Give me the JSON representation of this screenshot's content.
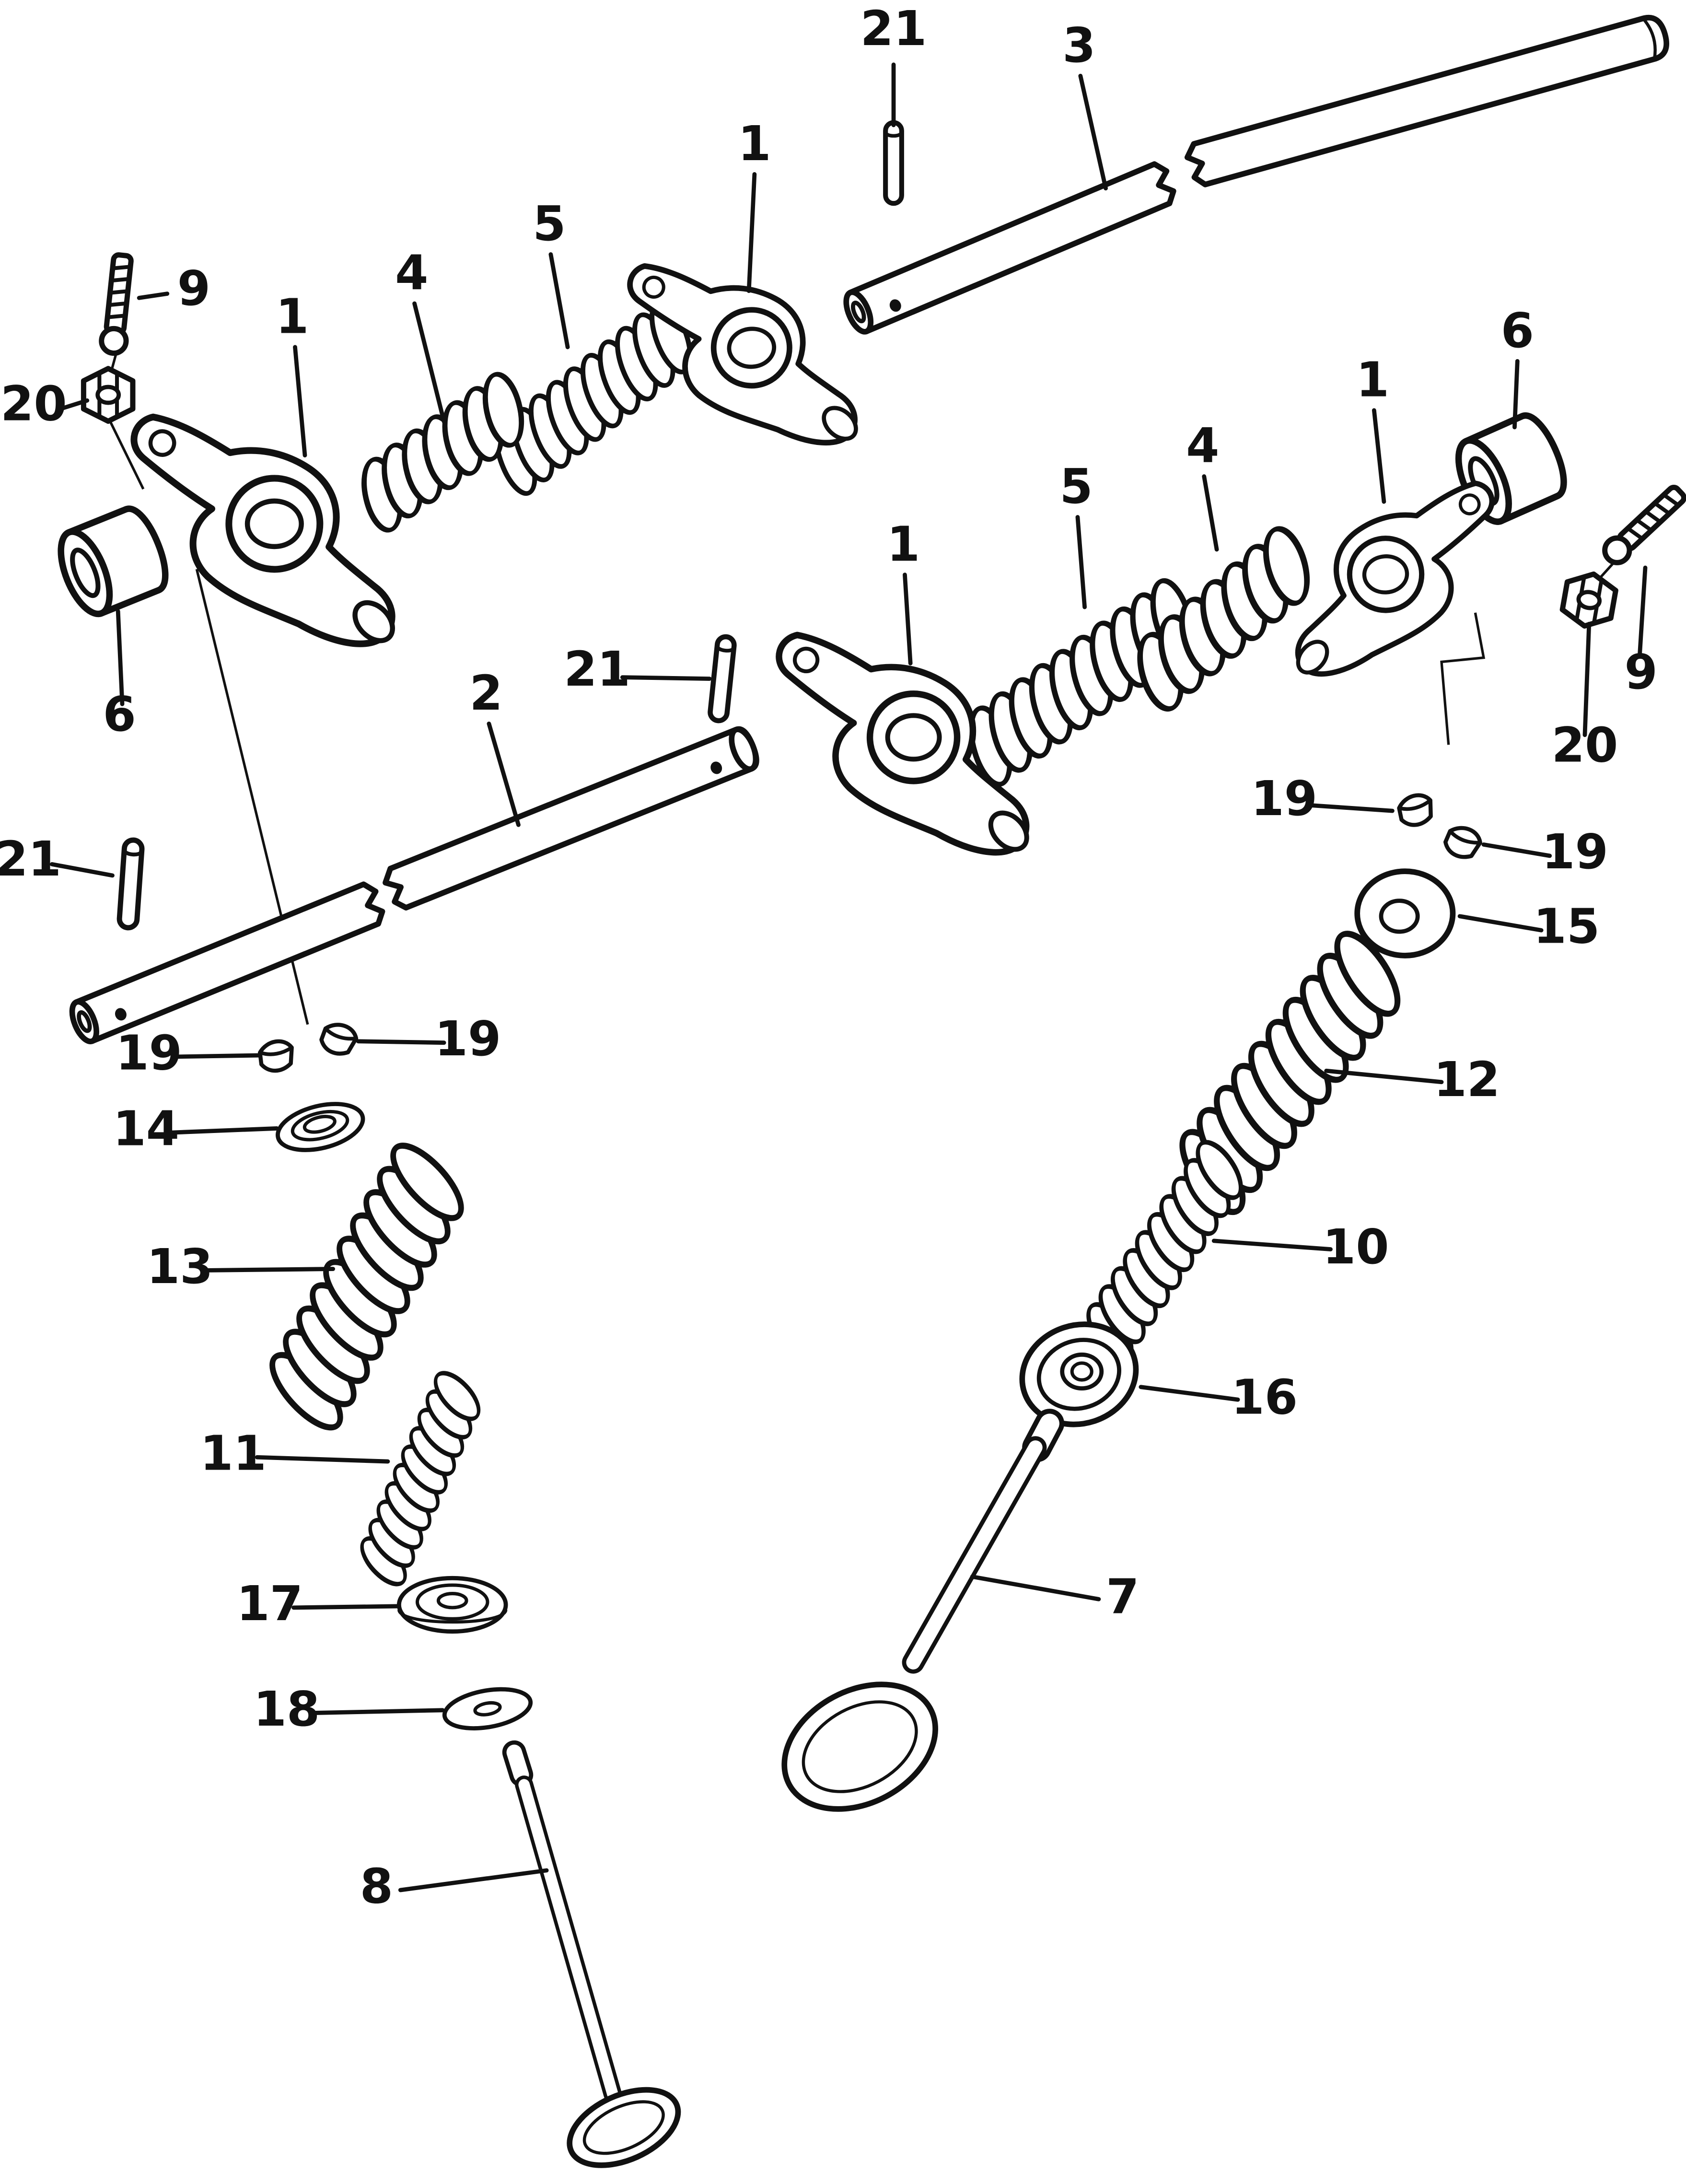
{
  "callouts": [
    {
      "label": "21"
    },
    {
      "label": "3"
    },
    {
      "label": "1"
    },
    {
      "label": "5"
    },
    {
      "label": "4"
    },
    {
      "label": "9"
    },
    {
      "label": "20"
    },
    {
      "label": "1"
    },
    {
      "label": "6"
    },
    {
      "label": "1"
    },
    {
      "label": "4"
    },
    {
      "label": "5"
    },
    {
      "label": "1"
    },
    {
      "label": "9"
    },
    {
      "label": "2"
    },
    {
      "label": "21"
    },
    {
      "label": "6"
    },
    {
      "label": "20"
    },
    {
      "label": "19"
    },
    {
      "label": "19"
    },
    {
      "label": "21"
    },
    {
      "label": "15"
    },
    {
      "label": "12"
    },
    {
      "label": "19"
    },
    {
      "label": "19"
    },
    {
      "label": "14"
    },
    {
      "label": "10"
    },
    {
      "label": "13"
    },
    {
      "label": "16"
    },
    {
      "label": "11"
    },
    {
      "label": "7"
    },
    {
      "label": "17"
    },
    {
      "label": "18"
    },
    {
      "label": "8"
    }
  ]
}
